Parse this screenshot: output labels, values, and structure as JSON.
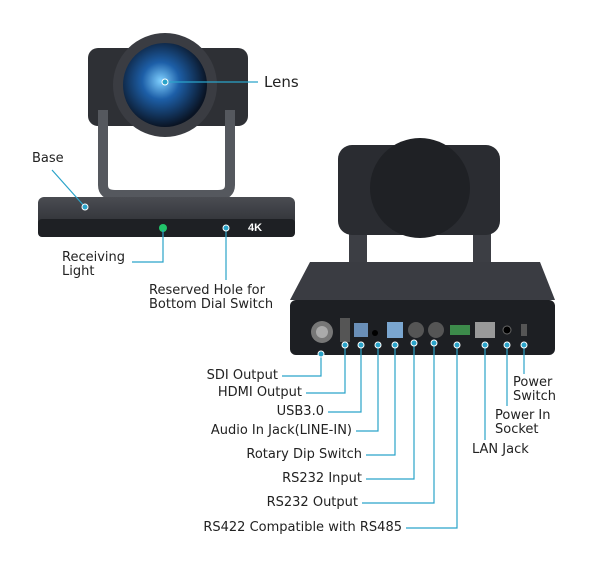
{
  "front": {
    "lens": "Lens",
    "base": "Base",
    "receiving_light": [
      "Receiving",
      "Light"
    ],
    "reserved_hole": [
      "Reserved Hole for",
      "Bottom Dial Switch"
    ],
    "badge": "4K"
  },
  "rear": {
    "sdi": "SDI Output",
    "hdmi": "HDMI Output",
    "usb": "USB3.0",
    "audio": "Audio In Jack(LINE-IN)",
    "rotary": "Rotary Dip Switch",
    "rs232_in": "RS232 Input",
    "rs232_out": "RS232 Output",
    "rs422": "RS422 Compatible with RS485",
    "lan": "LAN Jack",
    "power_in": [
      "Power In",
      "Socket"
    ],
    "power_switch": [
      "Power",
      "Switch"
    ]
  },
  "colors": {
    "callout": "#2aa3c9",
    "indicator": "#22c46a",
    "body": "#2b2d31"
  }
}
